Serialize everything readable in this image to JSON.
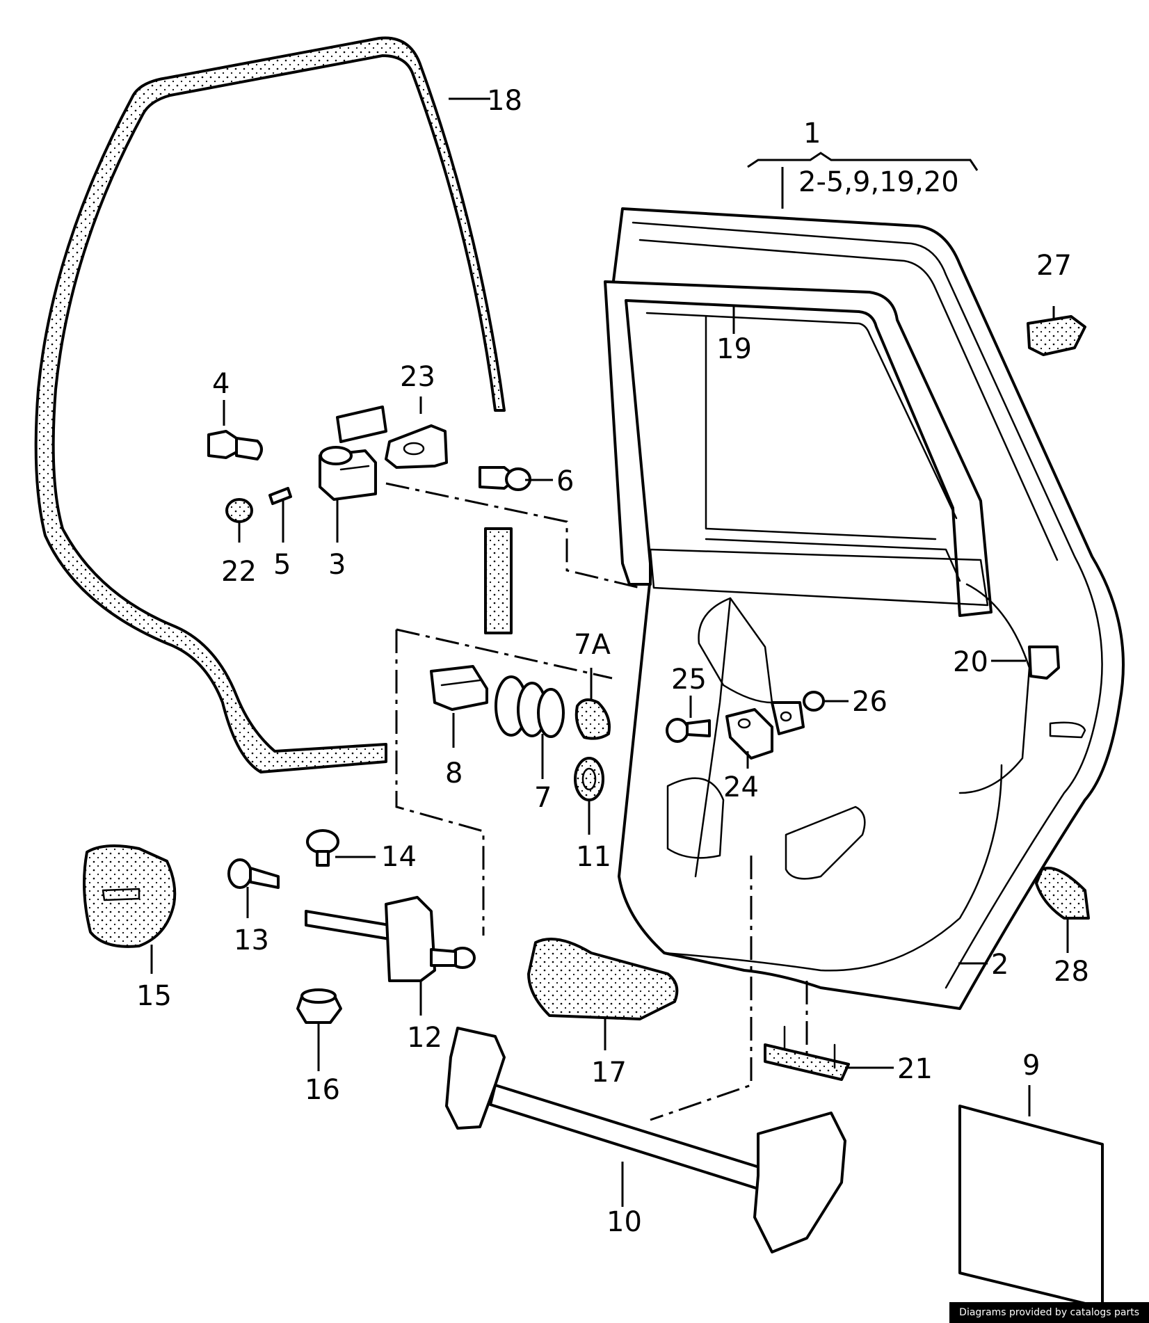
{
  "diagram": {
    "callouts": {
      "c1": "1",
      "c1_group": "2-5,9,19,20",
      "c2": "2",
      "c3": "3",
      "c4": "4",
      "c5": "5",
      "c6": "6",
      "c7": "7",
      "c7a": "7A",
      "c8": "8",
      "c9": "9",
      "c10": "10",
      "c11": "11",
      "c12": "12",
      "c13": "13",
      "c14": "14",
      "c15": "15",
      "c16": "16",
      "c17": "17",
      "c18": "18",
      "c19": "19",
      "c20": "20",
      "c21": "21",
      "c22": "22",
      "c23": "23",
      "c24": "24",
      "c25": "25",
      "c26": "26",
      "c27": "27",
      "c28": "28"
    },
    "credit": "Diagrams provided by catalogs parts"
  }
}
